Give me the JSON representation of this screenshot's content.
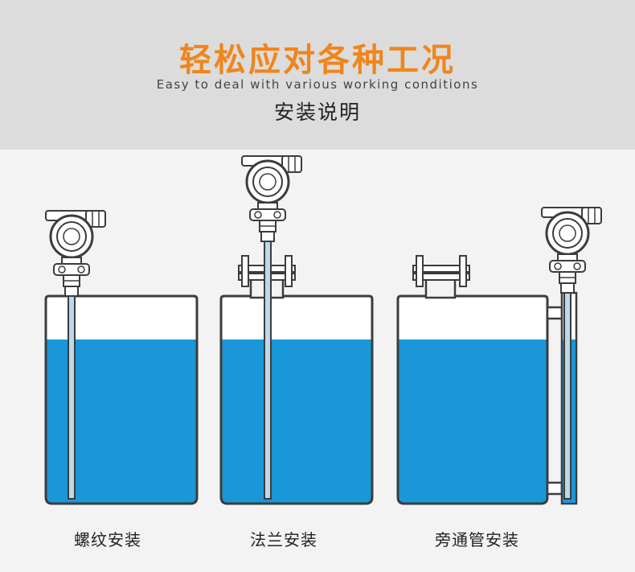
{
  "header": {
    "title": "轻松应对各种工况",
    "subtitle": "Easy to deal with various working conditions",
    "section": "安装说明"
  },
  "installations": [
    {
      "label": "螺纹安装"
    },
    {
      "label": "法兰安装"
    },
    {
      "label": "旁通管安装"
    }
  ],
  "colors": {
    "accent": "#f0851b",
    "liquid": "#1a97d8",
    "outline": "#3c3c3c",
    "header_bg": "#dcdcdc",
    "page_bg": "#f3f3f3"
  }
}
